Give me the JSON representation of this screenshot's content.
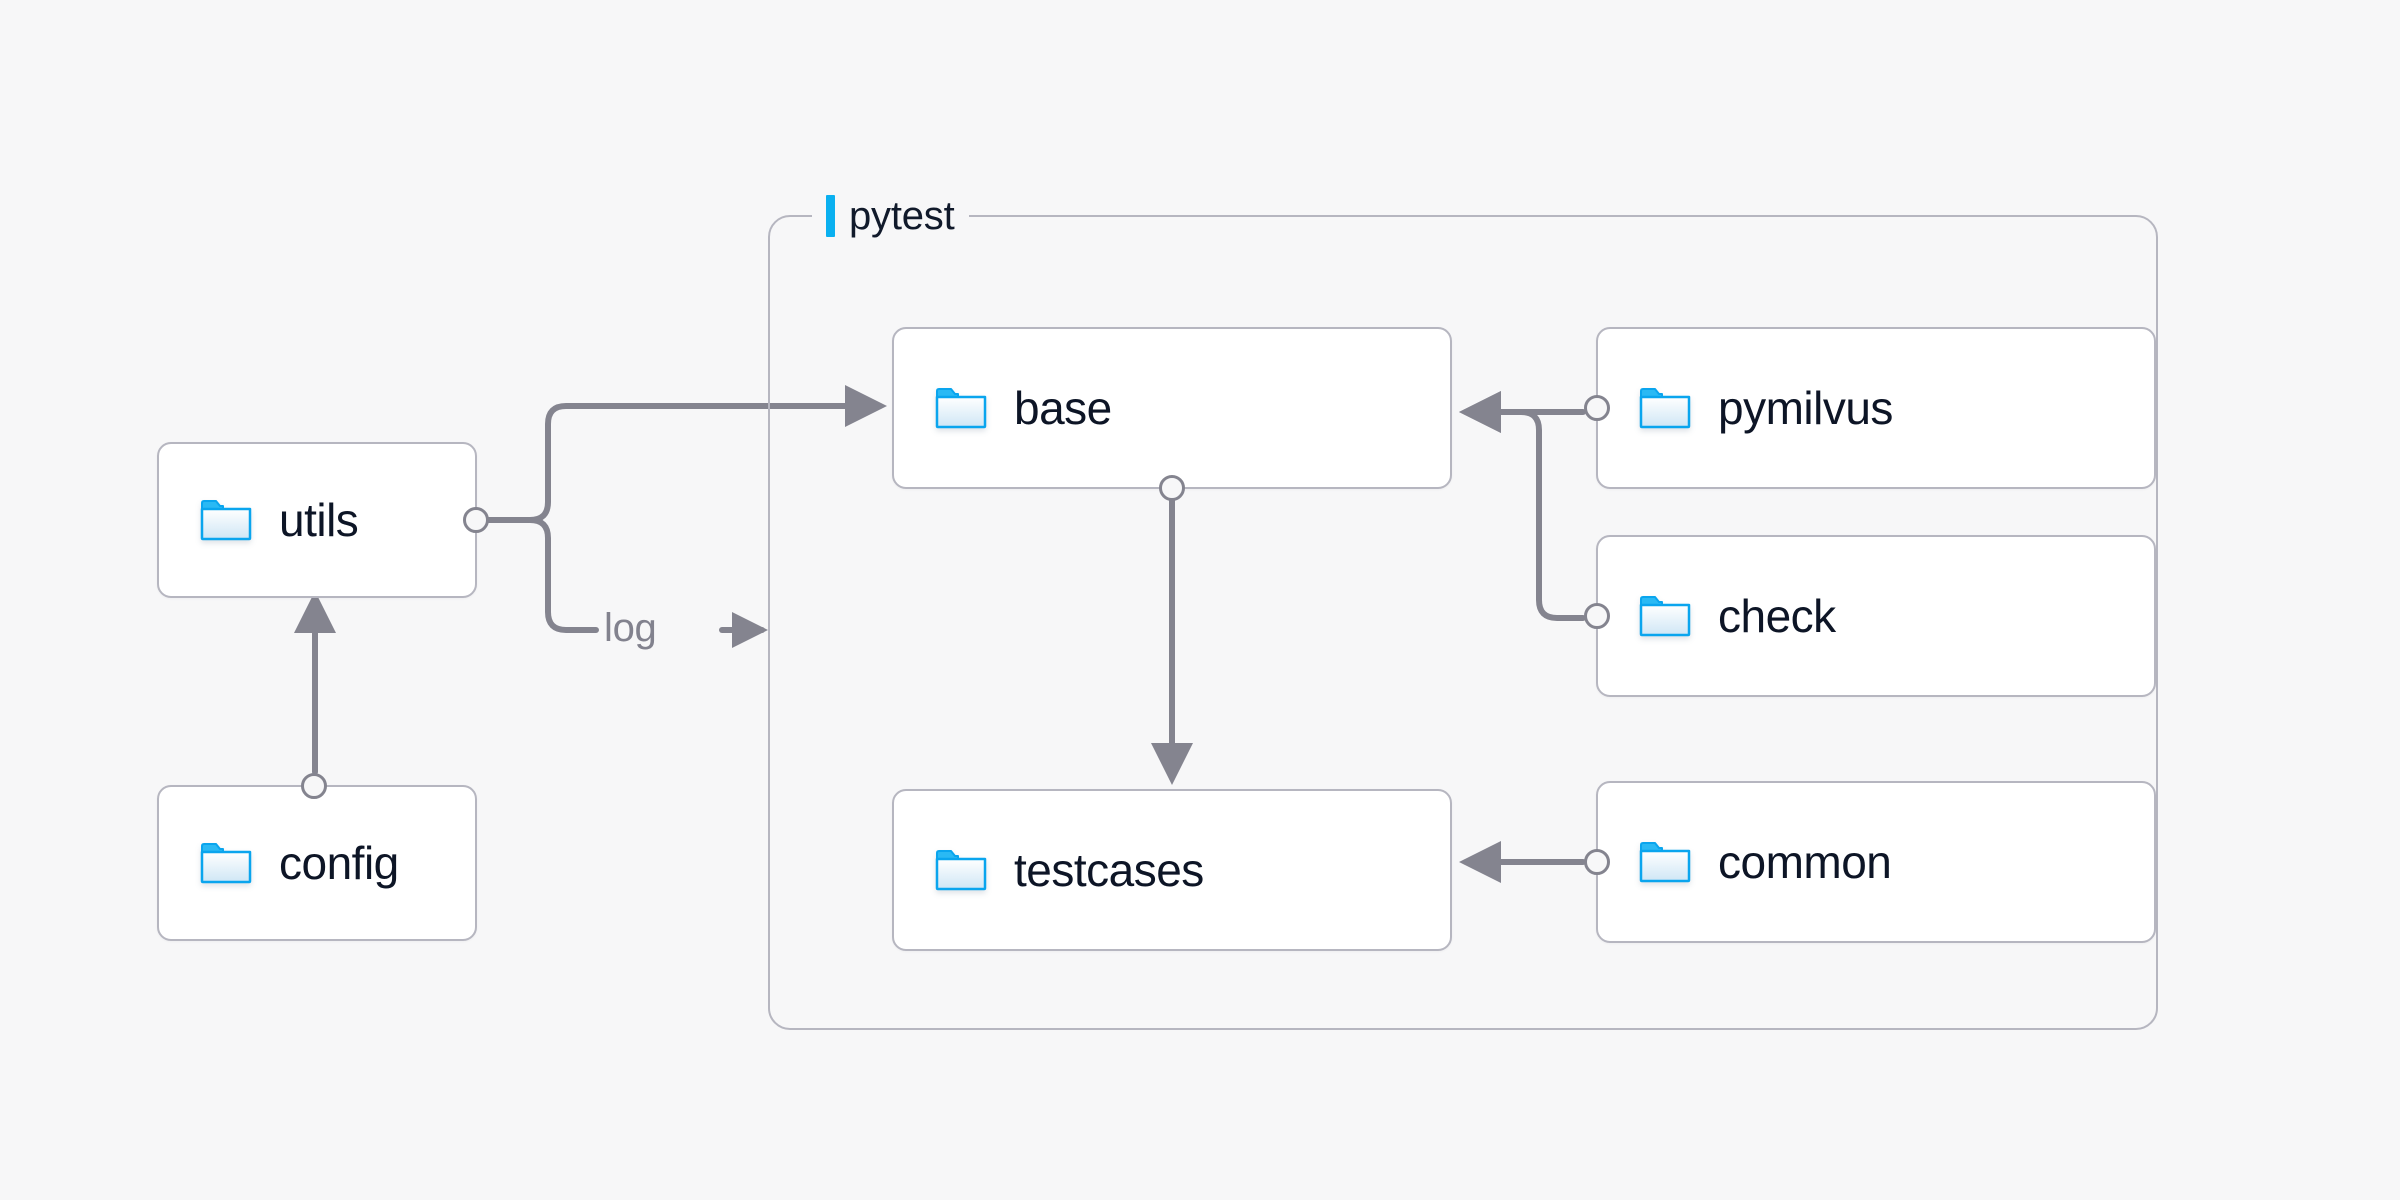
{
  "diagram": {
    "title_group": "pytest",
    "accent_color": "#0ab0f0",
    "node_border_color": "#b6b6c0",
    "edge_color": "#84848f",
    "text_color": "#0d1526",
    "background_color": "#f7f7f8"
  },
  "group": {
    "label": "pytest"
  },
  "nodes": {
    "utils": {
      "label": "utils",
      "icon": "folder-icon"
    },
    "config": {
      "label": "config",
      "icon": "folder-icon"
    },
    "base": {
      "label": "base",
      "icon": "folder-icon"
    },
    "testcases": {
      "label": "testcases",
      "icon": "folder-icon"
    },
    "pymilvus": {
      "label": "pymilvus",
      "icon": "folder-icon"
    },
    "check": {
      "label": "check",
      "icon": "folder-icon"
    },
    "common": {
      "label": "common",
      "icon": "folder-icon"
    }
  },
  "edges": {
    "utils_to_base": {
      "label": ""
    },
    "utils_to_log": {
      "label": "log"
    },
    "config_to_utils": {
      "label": ""
    },
    "base_to_testcases": {
      "label": ""
    },
    "pymilvus_to_base": {
      "label": ""
    },
    "check_to_base": {
      "label": ""
    },
    "common_to_testcases": {
      "label": ""
    }
  }
}
